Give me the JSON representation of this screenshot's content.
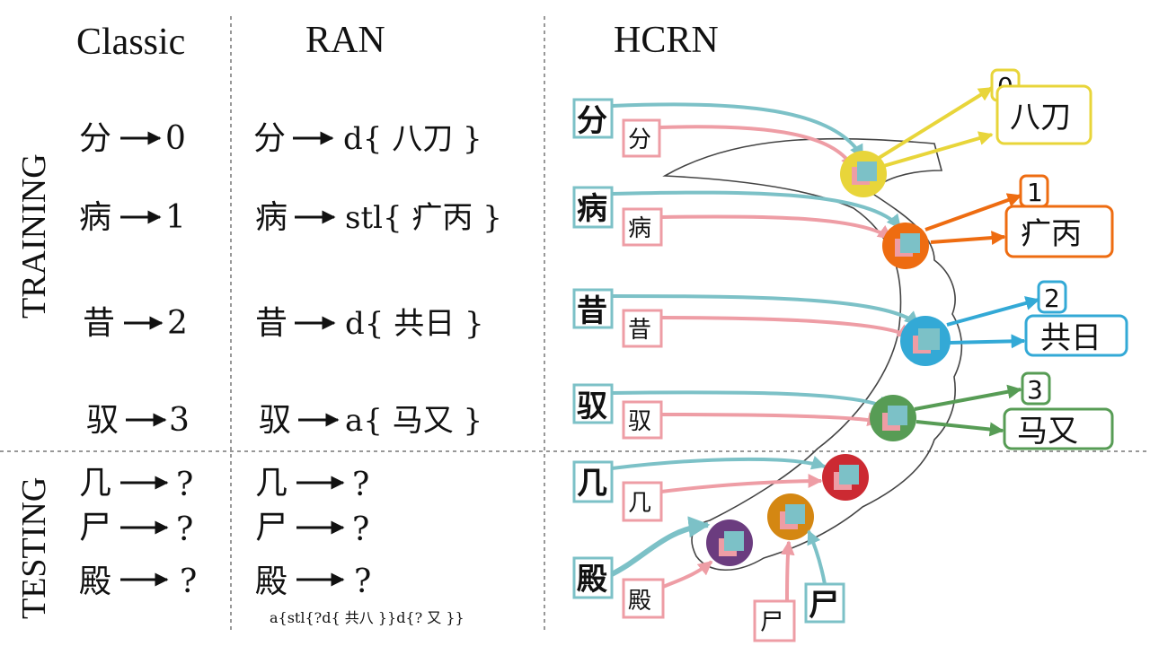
{
  "headers": {
    "classic": "Classic",
    "ran": "RAN",
    "hcrn": "HCRN"
  },
  "side_labels": {
    "training": "TRAINING",
    "testing": "TESTING"
  },
  "training_rows": [
    {
      "char": "分",
      "label": "0",
      "ran": "d{ 八刀 }"
    },
    {
      "char": "病",
      "label": "1",
      "ran": "stl{ 疒丙 }"
    },
    {
      "char": "昔",
      "label": "2",
      "ran": "d{ 共日 }"
    },
    {
      "char": "驭",
      "label": "3",
      "ran": "a{ 马又 }"
    }
  ],
  "testing_rows": [
    {
      "char": "几",
      "label": "?"
    },
    {
      "char": "尸",
      "label": "?"
    },
    {
      "char": "殿",
      "label": "?"
    }
  ],
  "ran_note": "a{stl{?d{ 共八 }}d{? 又 }}",
  "hcrn": {
    "training": [
      {
        "char": "分",
        "color": "#E8D53A",
        "index": "0",
        "radicals": "八刀"
      },
      {
        "char": "病",
        "color": "#EE6C11",
        "index": "1",
        "radicals": "疒丙"
      },
      {
        "char": "昔",
        "color": "#33A9D6",
        "index": "2",
        "radicals": "共日"
      },
      {
        "char": "驭",
        "color": "#579C55",
        "index": "3",
        "radicals": "马又"
      }
    ],
    "testing": [
      {
        "char": "几",
        "color": "#CC2A32"
      },
      {
        "char": "尸",
        "color": "#D48712"
      },
      {
        "char": "殿",
        "color": "#6B3C7F"
      }
    ],
    "teal": "#7CC1C7",
    "pink": "#EE9DA5"
  }
}
